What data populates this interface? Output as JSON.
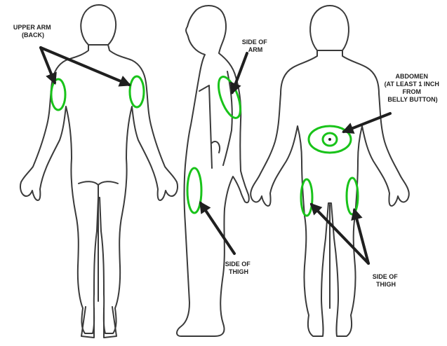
{
  "colors": {
    "outline": "#3a3a3a",
    "injection_site": "#19c31a",
    "arrow": "#1f1f1f",
    "label": "#1f1f1f"
  },
  "labels": {
    "upper_arm": [
      "UPPER ARM",
      "(BACK)"
    ],
    "side_of_arm": [
      "SIDE OF",
      "ARM"
    ],
    "abdomen": [
      "ABDOMEN",
      "(AT LEAST 1 INCH",
      "FROM",
      "BELLY BUTTON)"
    ],
    "side_of_thigh_side": [
      "SIDE OF",
      "THIGH"
    ],
    "side_of_thigh_front": [
      "SIDE OF",
      "THIGH"
    ]
  }
}
